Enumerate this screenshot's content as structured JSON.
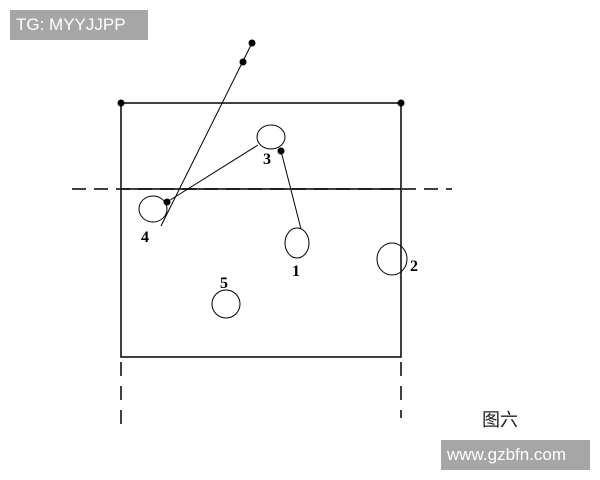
{
  "watermark_top": "TG: MYYJJPP",
  "watermark_bottom": "www.gzbfn.com",
  "caption": "图六",
  "players": [
    {
      "label": "1"
    },
    {
      "label": "2"
    },
    {
      "label": "3"
    },
    {
      "label": "4"
    },
    {
      "label": "5"
    }
  ]
}
